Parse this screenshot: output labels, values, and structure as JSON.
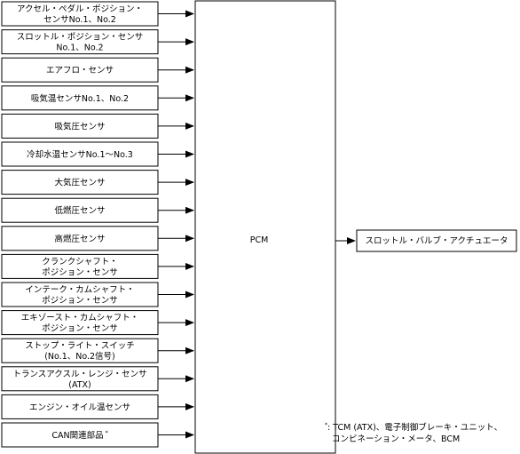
{
  "inputs": [
    {
      "lines": [
        "アクセル・ペダル・ポジション・",
        "センサNo.1、No.2"
      ]
    },
    {
      "lines": [
        "スロットル・ポジション・センサ",
        "No.1、No.2"
      ]
    },
    {
      "lines": [
        "エアフロ・センサ"
      ]
    },
    {
      "lines": [
        "吸気温センサNo.1、No.2"
      ]
    },
    {
      "lines": [
        "吸気圧センサ"
      ]
    },
    {
      "lines": [
        "冷却水温センサNo.1～No.3"
      ]
    },
    {
      "lines": [
        "大気圧センサ"
      ]
    },
    {
      "lines": [
        "低燃圧センサ"
      ]
    },
    {
      "lines": [
        "高燃圧センサ"
      ]
    },
    {
      "lines": [
        "クランクシャフト・",
        "ポジション・センサ"
      ]
    },
    {
      "lines": [
        "インテーク・カムシャフト・",
        "ポジション・センサ"
      ]
    },
    {
      "lines": [
        "エキゾースト・カムシャフト・",
        "ポジション・センサ"
      ]
    },
    {
      "lines": [
        "ストップ・ライト・スイッチ",
        "(No.1、No.2信号)"
      ]
    },
    {
      "lines": [
        "トランスアクスル・レンジ・センサ",
        "(ATX)"
      ]
    },
    {
      "lines": [
        "エンジン・オイル温センサ"
      ]
    },
    {
      "lines": [
        "CAN関連部品"
      ],
      "asterisk": "*"
    }
  ],
  "controller": {
    "label": "PCM"
  },
  "output": {
    "label": "スロットル・バルブ・アクチュエータ"
  },
  "footnote": {
    "mark": "*",
    "line1": ": TCM (ATX)、電子制御ブレーキ・ユニット、",
    "line2": "コンビネーション・メータ、BCM"
  }
}
